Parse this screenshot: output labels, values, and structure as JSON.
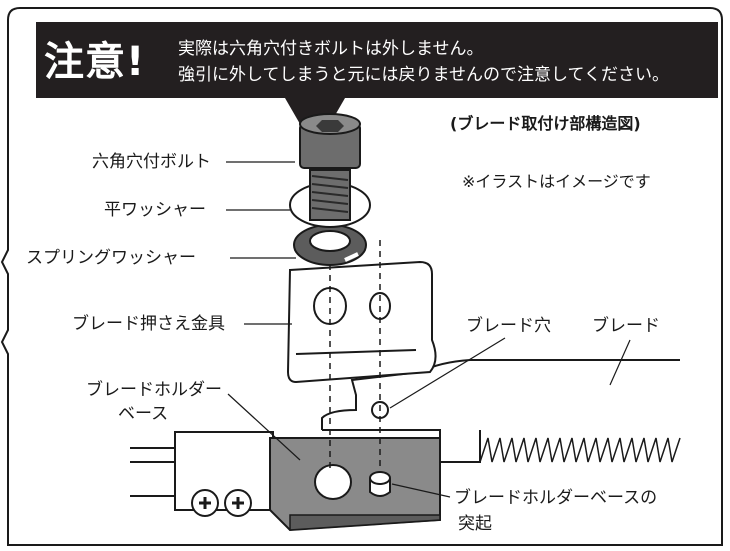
{
  "warning": {
    "title": "注意!",
    "line1": "実際は六角穴付きボルトは外しません。",
    "line2": "強引に外してしまうと元には戻りませんので注意してください。"
  },
  "diagram": {
    "heading": "(ブレード取付け部構造図)",
    "note": "※イラストはイメージです",
    "labels": {
      "hex_bolt": "六角穴付ボルト",
      "flat_washer": "平ワッシャー",
      "spring_washer": "スプリングワッシャー",
      "blade_clamp": "ブレード押さえ金具",
      "blade_hole": "ブレード穴",
      "blade": "ブレード",
      "holder_base_1": "ブレードホルダー",
      "holder_base_2": "ベース",
      "holder_projection_1": "ブレードホルダーベースの",
      "holder_projection_2": "突起"
    }
  },
  "colors": {
    "warning_bg": "#231f20",
    "warning_text": "#ffffff",
    "line": "#1a1a1a",
    "part_fill_light": "#ffffff",
    "part_fill_dark": "#6d6d6d",
    "base_fill": "#8a8a8a"
  }
}
